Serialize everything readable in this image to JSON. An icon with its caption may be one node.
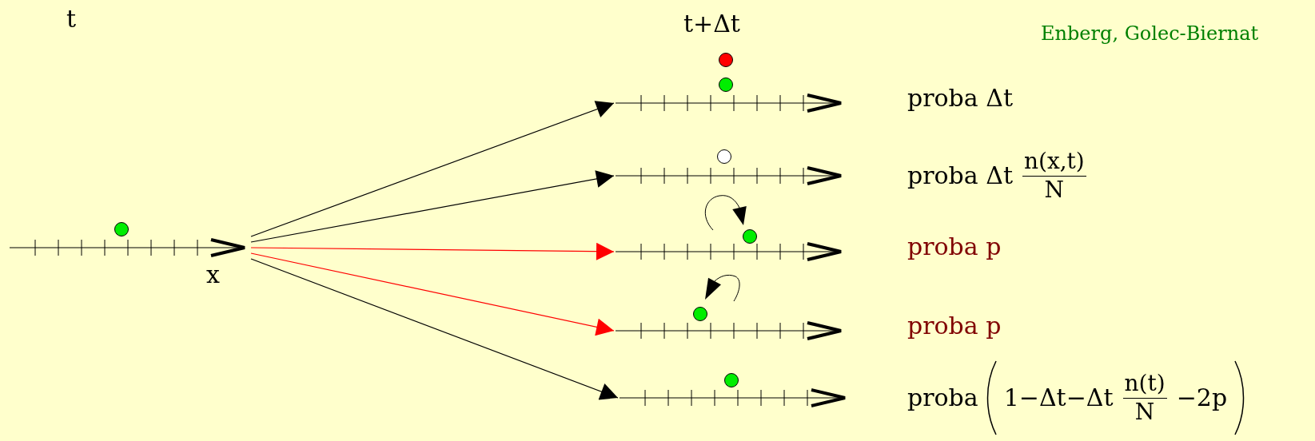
{
  "diagram": {
    "nodes": [
      {
        "text": [],
        "shape": "picture"
      },
      {
        "text": [],
        "shape": "picture",
        "beside": [
          "proba Δt"
        ]
      },
      {
        "text": [],
        "shape": "picture",
        "beside": [
          "proba Δt",
          "n(x,t)",
          "N"
        ]
      },
      {
        "text": [],
        "shape": "picture",
        "beside": [
          "proba p"
        ]
      },
      {
        "text": [],
        "shape": "picture",
        "beside": [
          "proba p"
        ]
      },
      {
        "text": [],
        "shape": "picture",
        "beside": [
          "proba",
          "1−Δt−Δt",
          "n(t)",
          "N",
          "−2p"
        ]
      }
    ],
    "edges": [
      {
        "from": 0,
        "to": 1,
        "arrow": "to"
      },
      {
        "from": 0,
        "to": 2,
        "arrow": "to"
      },
      {
        "from": 0,
        "to": 3,
        "arrow": "to",
        "color": "#ff0000"
      },
      {
        "from": 0,
        "to": 4,
        "arrow": "to",
        "color": "#ff0000"
      },
      {
        "from": 0,
        "to": 5,
        "arrow": "to"
      }
    ],
    "labels": [
      "t",
      "t+Δt",
      "Enberg, Golec-Biernat",
      "x"
    ]
  }
}
